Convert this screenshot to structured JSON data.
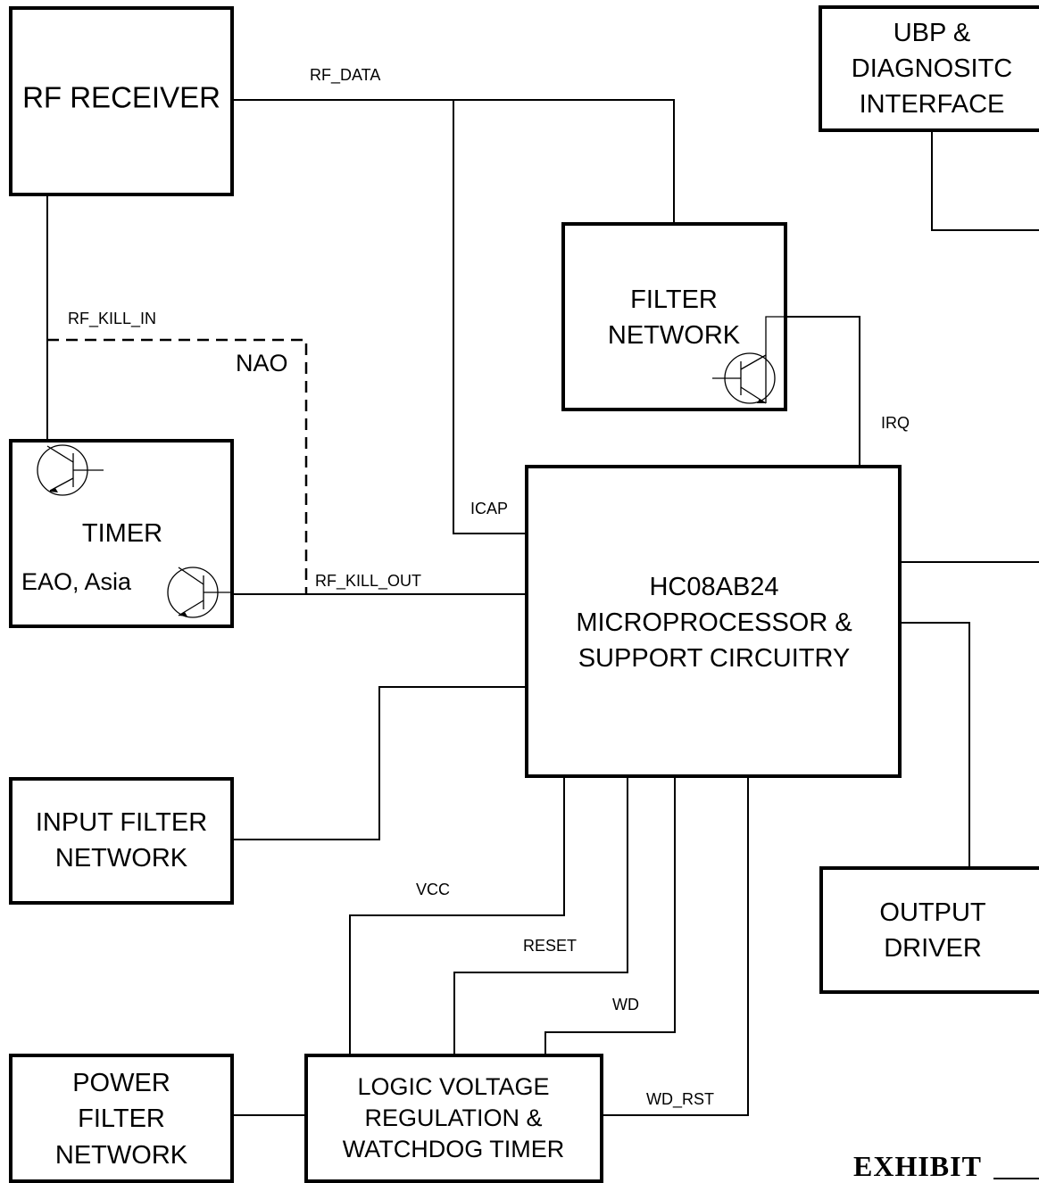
{
  "blocks": {
    "rf_receiver": "RF RECEIVER",
    "ubp": [
      "UBP &",
      "DIAGNOSITC",
      "INTERFACE"
    ],
    "filter_network": [
      "FILTER",
      "NETWORK"
    ],
    "timer": "TIMER",
    "timer_sub": "EAO, Asia",
    "micro": [
      "HC08AB24",
      "MICROPROCESSOR &",
      "SUPPORT CIRCUITRY"
    ],
    "input_filter": [
      "INPUT FILTER",
      "NETWORK"
    ],
    "output_driver": [
      "OUTPUT",
      "DRIVER"
    ],
    "power_filter": [
      "POWER",
      "FILTER",
      "NETWORK"
    ],
    "logic_voltage": [
      "LOGIC VOLTAGE",
      "REGULATION &",
      "WATCHDOG TIMER"
    ]
  },
  "signals": {
    "rf_data": "RF_DATA",
    "rf_kill_in": "RF_KILL_IN",
    "nao": "NAO",
    "irq": "IRQ",
    "icap": "ICAP",
    "rf_kill_out": "RF_KILL_OUT",
    "vcc": "VCC",
    "reset": "RESET",
    "wd": "WD",
    "wd_rst": "WD_RST"
  },
  "footer": {
    "exhibit": "EXHIBIT"
  }
}
